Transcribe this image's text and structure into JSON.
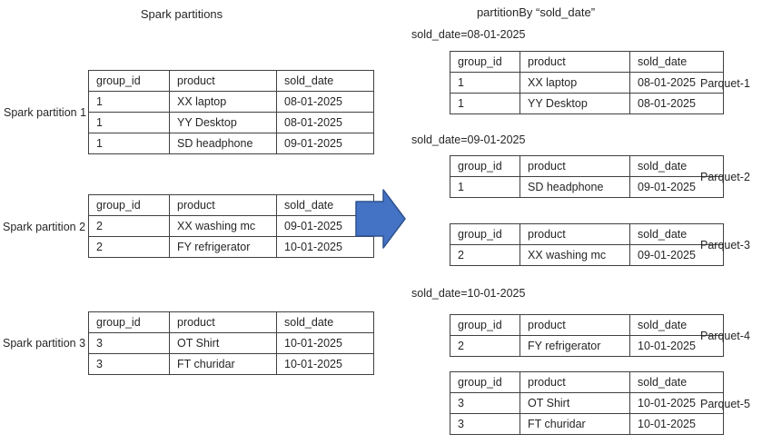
{
  "colors": {
    "arrow_fill": "#4472C4",
    "arrow_border": "#2F528F",
    "table_border": "#404040",
    "text": "#262626"
  },
  "left": {
    "title": "Spark partitions",
    "partitions": [
      {
        "label": "Spark partition 1",
        "table": {
          "columns": [
            "group_id",
            "product",
            "sold_date"
          ],
          "rows": [
            [
              "1",
              "XX laptop",
              "08-01-2025"
            ],
            [
              "1",
              "YY Desktop",
              "08-01-2025"
            ],
            [
              "1",
              "SD headphone",
              "09-01-2025"
            ]
          ]
        }
      },
      {
        "label": "Spark partition 2",
        "table": {
          "columns": [
            "group_id",
            "product",
            "sold_date"
          ],
          "rows": [
            [
              "2",
              "XX washing mc",
              "09-01-2025"
            ],
            [
              "2",
              "FY refrigerator",
              "10-01-2025"
            ]
          ]
        }
      },
      {
        "label": "Spark partition 3",
        "table": {
          "columns": [
            "group_id",
            "product",
            "sold_date"
          ],
          "rows": [
            [
              "3",
              "OT Shirt",
              "10-01-2025"
            ],
            [
              "3",
              "FT churidar",
              "10-01-2025"
            ]
          ]
        }
      }
    ]
  },
  "arrow": {
    "meaning": "partitionBy transform arrow"
  },
  "right": {
    "title": "partitionBy “sold_date”",
    "sections": [
      {
        "label": "sold_date=08-01-2025",
        "tables": [
          {
            "parquet_label": "Parquet-1",
            "columns": [
              "group_id",
              "product",
              "sold_date"
            ],
            "rows": [
              [
                "1",
                "XX laptop",
                "08-01-2025"
              ],
              [
                "1",
                "YY Desktop",
                "08-01-2025"
              ]
            ]
          }
        ]
      },
      {
        "label": "sold_date=09-01-2025",
        "tables": [
          {
            "parquet_label": "Parquet-2",
            "columns": [
              "group_id",
              "product",
              "sold_date"
            ],
            "rows": [
              [
                "1",
                "SD headphone",
                "09-01-2025"
              ]
            ]
          },
          {
            "parquet_label": "Parquet-3",
            "columns": [
              "group_id",
              "product",
              "sold_date"
            ],
            "rows": [
              [
                "2",
                "XX washing mc",
                "09-01-2025"
              ]
            ]
          }
        ]
      },
      {
        "label": "sold_date=10-01-2025",
        "tables": [
          {
            "parquet_label": "Parquet-4",
            "columns": [
              "group_id",
              "product",
              "sold_date"
            ],
            "rows": [
              [
                "2",
                "FY refrigerator",
                "10-01-2025"
              ]
            ]
          },
          {
            "parquet_label": "Parquet-5",
            "columns": [
              "group_id",
              "product",
              "sold_date"
            ],
            "rows": [
              [
                "3",
                "OT Shirt",
                "10-01-2025"
              ],
              [
                "3",
                "FT churidar",
                "10-01-2025"
              ]
            ]
          }
        ]
      }
    ]
  }
}
